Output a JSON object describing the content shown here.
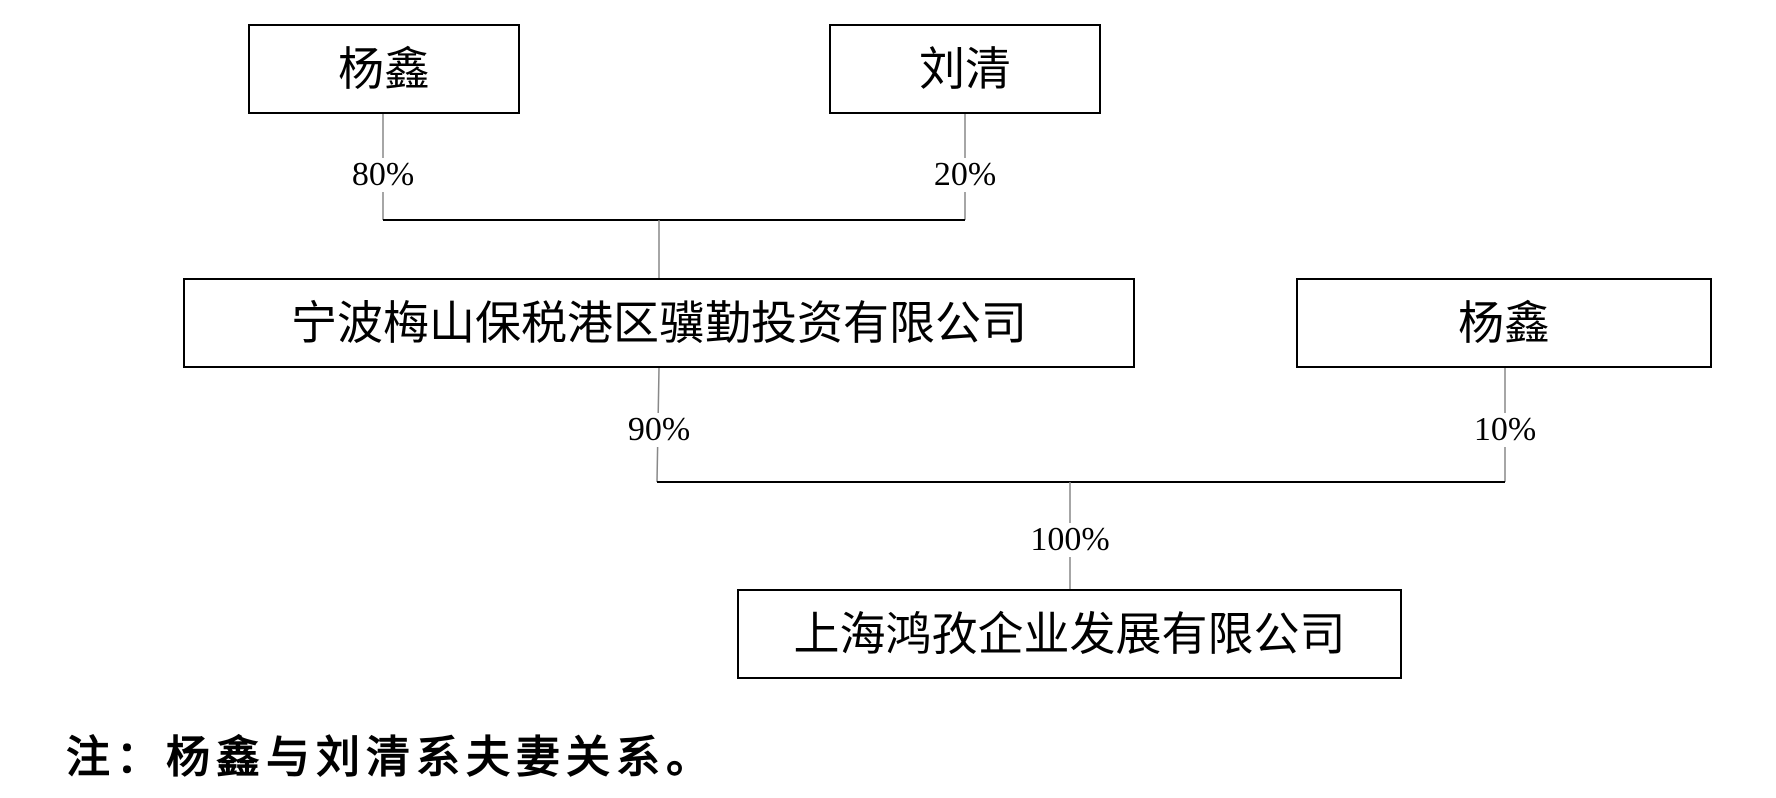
{
  "nodes": {
    "yang_xin_top": "杨鑫",
    "liu_qing": "刘清",
    "ningbo_company": "宁波梅山保税港区骥勤投资有限公司",
    "yang_xin_right": "杨鑫",
    "shanghai_company": "上海鸿孜企业发展有限公司"
  },
  "edges": {
    "yang_xin_top_to_ningbo": "80%",
    "liu_qing_to_ningbo": "20%",
    "ningbo_to_shanghai": "90%",
    "yang_xin_right_to_shanghai": "10%",
    "combined_to_shanghai": "100%"
  },
  "note": "注：杨鑫与刘清系夫妻关系。",
  "colors": {
    "line": "#888888",
    "bracket": "#000000",
    "border": "#000000"
  }
}
